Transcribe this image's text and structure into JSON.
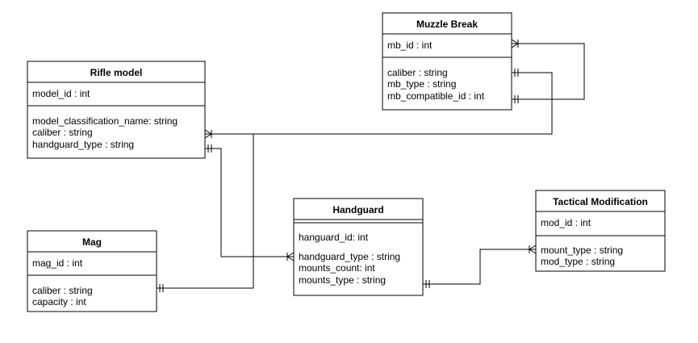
{
  "entities": {
    "muzzle_break": {
      "title": "Muzzle Break",
      "keys": [
        "mb_id : int"
      ],
      "fields": [
        "caliber : string",
        "mb_type : string",
        "mb_compatible_id : int"
      ]
    },
    "rifle_model": {
      "title": "Rifle model",
      "keys": [
        "model_id : int"
      ],
      "fields": [
        "model_classification_name: string",
        "caliber : string",
        "handguard_type : string"
      ]
    },
    "handguard": {
      "title": "Handguard",
      "keys": [
        "hanguard_id: int"
      ],
      "fields": [
        "handguard_type : string",
        "mounts_count: int",
        "mounts_type : string"
      ]
    },
    "tactical_modification": {
      "title": "Tactical Modification",
      "keys": [
        "mod_id : int"
      ],
      "fields": [
        "mount_type : string",
        "mod_type : string"
      ]
    },
    "mag": {
      "title": "Mag",
      "keys": [
        "mag_id : int"
      ],
      "fields": [
        "caliber : string",
        "capacity : int"
      ]
    }
  }
}
